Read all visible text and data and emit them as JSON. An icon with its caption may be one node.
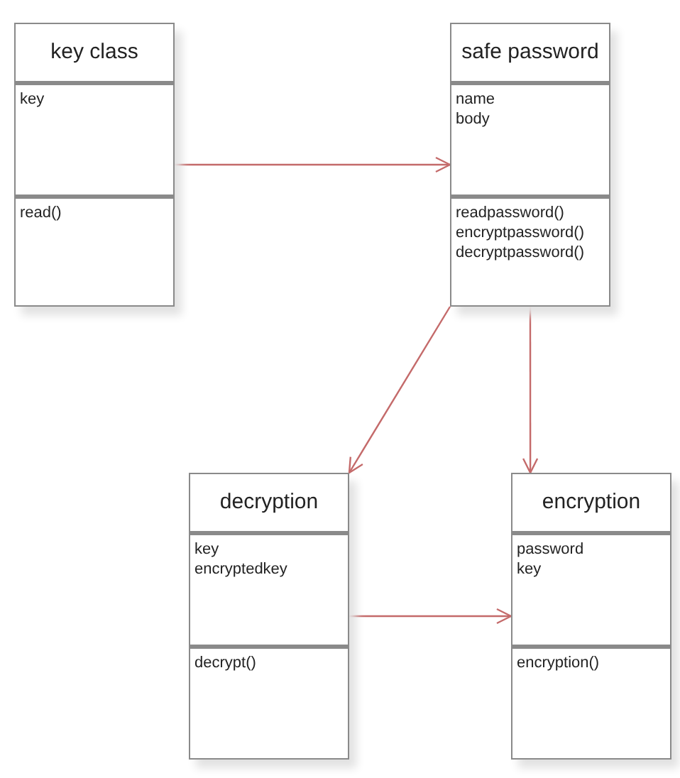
{
  "diagram": {
    "nodes": [
      {
        "text": [
          "key class"
        ]
      },
      {
        "text": [
          "key"
        ],
        "in": 0
      },
      {
        "text": [
          "read()"
        ],
        "in": 0
      },
      {
        "text": [
          "safe password"
        ]
      },
      {
        "text": [
          "name",
          "body"
        ],
        "in": 3
      },
      {
        "text": [
          "readpassword()",
          "encryptpassword()",
          "decryptpassword()"
        ],
        "in": 3
      },
      {
        "text": [
          "decryption"
        ]
      },
      {
        "text": [
          "key",
          "encryptedkey"
        ],
        "in": 6
      },
      {
        "text": [
          "decrypt()"
        ],
        "in": 6
      },
      {
        "text": [
          "encryption"
        ]
      },
      {
        "text": [
          "password",
          "key"
        ],
        "in": 9
      },
      {
        "text": [
          "encryption()"
        ],
        "in": 9
      }
    ],
    "edges": [
      {
        "from": 0,
        "to": 3,
        "arrow": "to"
      },
      {
        "from": 3,
        "to": 6,
        "arrow": "to"
      },
      {
        "from": 3,
        "to": 9,
        "arrow": "to"
      },
      {
        "from": 6,
        "to": 9,
        "arrow": "to"
      }
    ]
  }
}
